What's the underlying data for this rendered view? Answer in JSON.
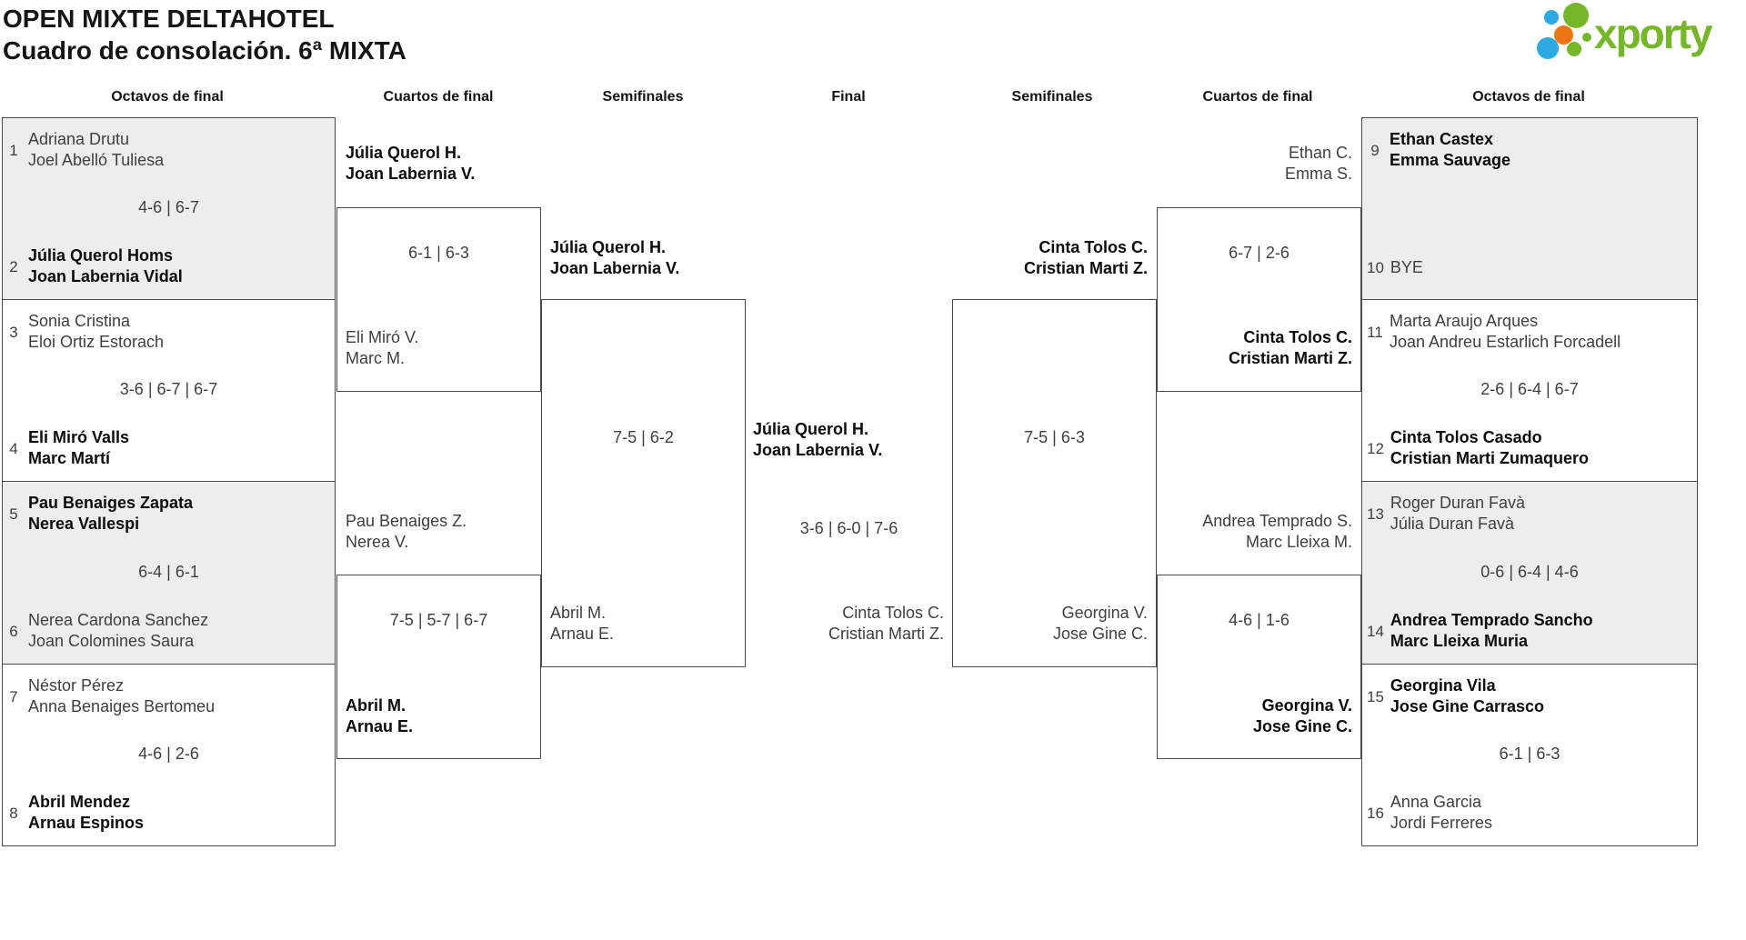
{
  "header": {
    "title_line1": "OPEN MIXTE DELTAHOTEL",
    "title_line2": "Cuadro de consolación. 6ª MIXTA"
  },
  "logo": {
    "brand": "xporty",
    "colors": {
      "green": "#76b72a",
      "blue": "#2ba9e1",
      "orange": "#ea7713"
    }
  },
  "rounds": {
    "l16": "Octavos de final",
    "lqf": "Cuartos de final",
    "lsf": "Semifinales",
    "final": "Final",
    "rsf": "Semifinales",
    "rqf": "Cuartos de final",
    "r16": "Octavos de final"
  },
  "r16_left": {
    "m1": {
      "seed_a": "1",
      "a1": "Adriana Drutu",
      "a2": "Joel Abelló Tuliesa",
      "score": "4-6 | 6-7",
      "seed_b": "2",
      "b1": "Júlia Querol Homs",
      "b2": "Joan Labernia Vidal"
    },
    "m2": {
      "seed_a": "3",
      "a1": "Sonia Cristina",
      "a2": "Eloi Ortiz Estorach",
      "score": "3-6 | 6-7 | 6-7",
      "seed_b": "4",
      "b1": "Eli Miró Valls",
      "b2": "Marc Martí"
    },
    "m3": {
      "seed_a": "5",
      "a1": "Pau Benaiges Zapata",
      "a2": "Nerea Vallespi",
      "score": "6-4 | 6-1",
      "seed_b": "6",
      "b1": "Nerea Cardona Sanchez",
      "b2": "Joan Colomines Saura"
    },
    "m4": {
      "seed_a": "7",
      "a1": "Néstor Pérez",
      "a2": "Anna Benaiges Bertomeu",
      "score": "4-6 | 2-6",
      "seed_b": "8",
      "b1": "Abril Mendez",
      "b2": "Arnau Espinos"
    }
  },
  "qf_left": {
    "m1": {
      "a1": "Júlia Querol H.",
      "a2": "Joan Labernia V.",
      "score": "6-1 | 6-3",
      "b1": "Eli Miró V.",
      "b2": "Marc M."
    },
    "m2": {
      "a1": "Pau Benaiges Z.",
      "a2": "Nerea V.",
      "score": "7-5 | 5-7 | 6-7",
      "b1": "Abril M.",
      "b2": "Arnau E."
    }
  },
  "sf_left": {
    "a1": "Júlia Querol H.",
    "a2": "Joan Labernia V.",
    "score": "7-5 | 6-2",
    "b1": "Abril M.",
    "b2": "Arnau E."
  },
  "final": {
    "a1": "Júlia Querol H.",
    "a2": "Joan Labernia V.",
    "score": "3-6 | 6-0 | 7-6",
    "b1": "Cinta Tolos C.",
    "b2": "Cristian Marti Z."
  },
  "sf_right": {
    "a1": "Cinta Tolos C.",
    "a2": "Cristian Marti Z.",
    "score": "7-5 | 6-3",
    "b1": "Georgina V.",
    "b2": "Jose Gine C."
  },
  "qf_right": {
    "m1": {
      "a1": "Ethan C.",
      "a2": "Emma S.",
      "score": "6-7 | 2-6",
      "b1": "Cinta Tolos C.",
      "b2": "Cristian Marti Z."
    },
    "m2": {
      "a1": "Andrea Temprado S.",
      "a2": "Marc Lleixa M.",
      "score": "4-6 | 1-6",
      "b1": "Georgina V.",
      "b2": "Jose Gine C."
    }
  },
  "r16_right": {
    "m1": {
      "seed_a": "9",
      "a1": "Ethan Castex",
      "a2": "Emma Sauvage",
      "seed_b": "10",
      "b1": "BYE"
    },
    "m2": {
      "seed_a": "11",
      "a1": "Marta Araujo Arques",
      "a2": "Joan Andreu Estarlich Forcadell",
      "score": "2-6 | 6-4 | 6-7",
      "seed_b": "12",
      "b1": "Cinta Tolos Casado",
      "b2": "Cristian Marti Zumaquero"
    },
    "m3": {
      "seed_a": "13",
      "a1": "Roger Duran Favà",
      "a2": "Júlia Duran Favà",
      "score": "0-6 | 6-4 | 4-6",
      "seed_b": "14",
      "b1": "Andrea Temprado Sancho",
      "b2": "Marc Lleixa Muria"
    },
    "m4": {
      "seed_a": "15",
      "a1": "Georgina Vila",
      "a2": "Jose Gine Carrasco",
      "score": "6-1 | 6-3",
      "seed_b": "16",
      "b1": "Anna Garcia",
      "b2": "Jordi Ferreres"
    }
  }
}
